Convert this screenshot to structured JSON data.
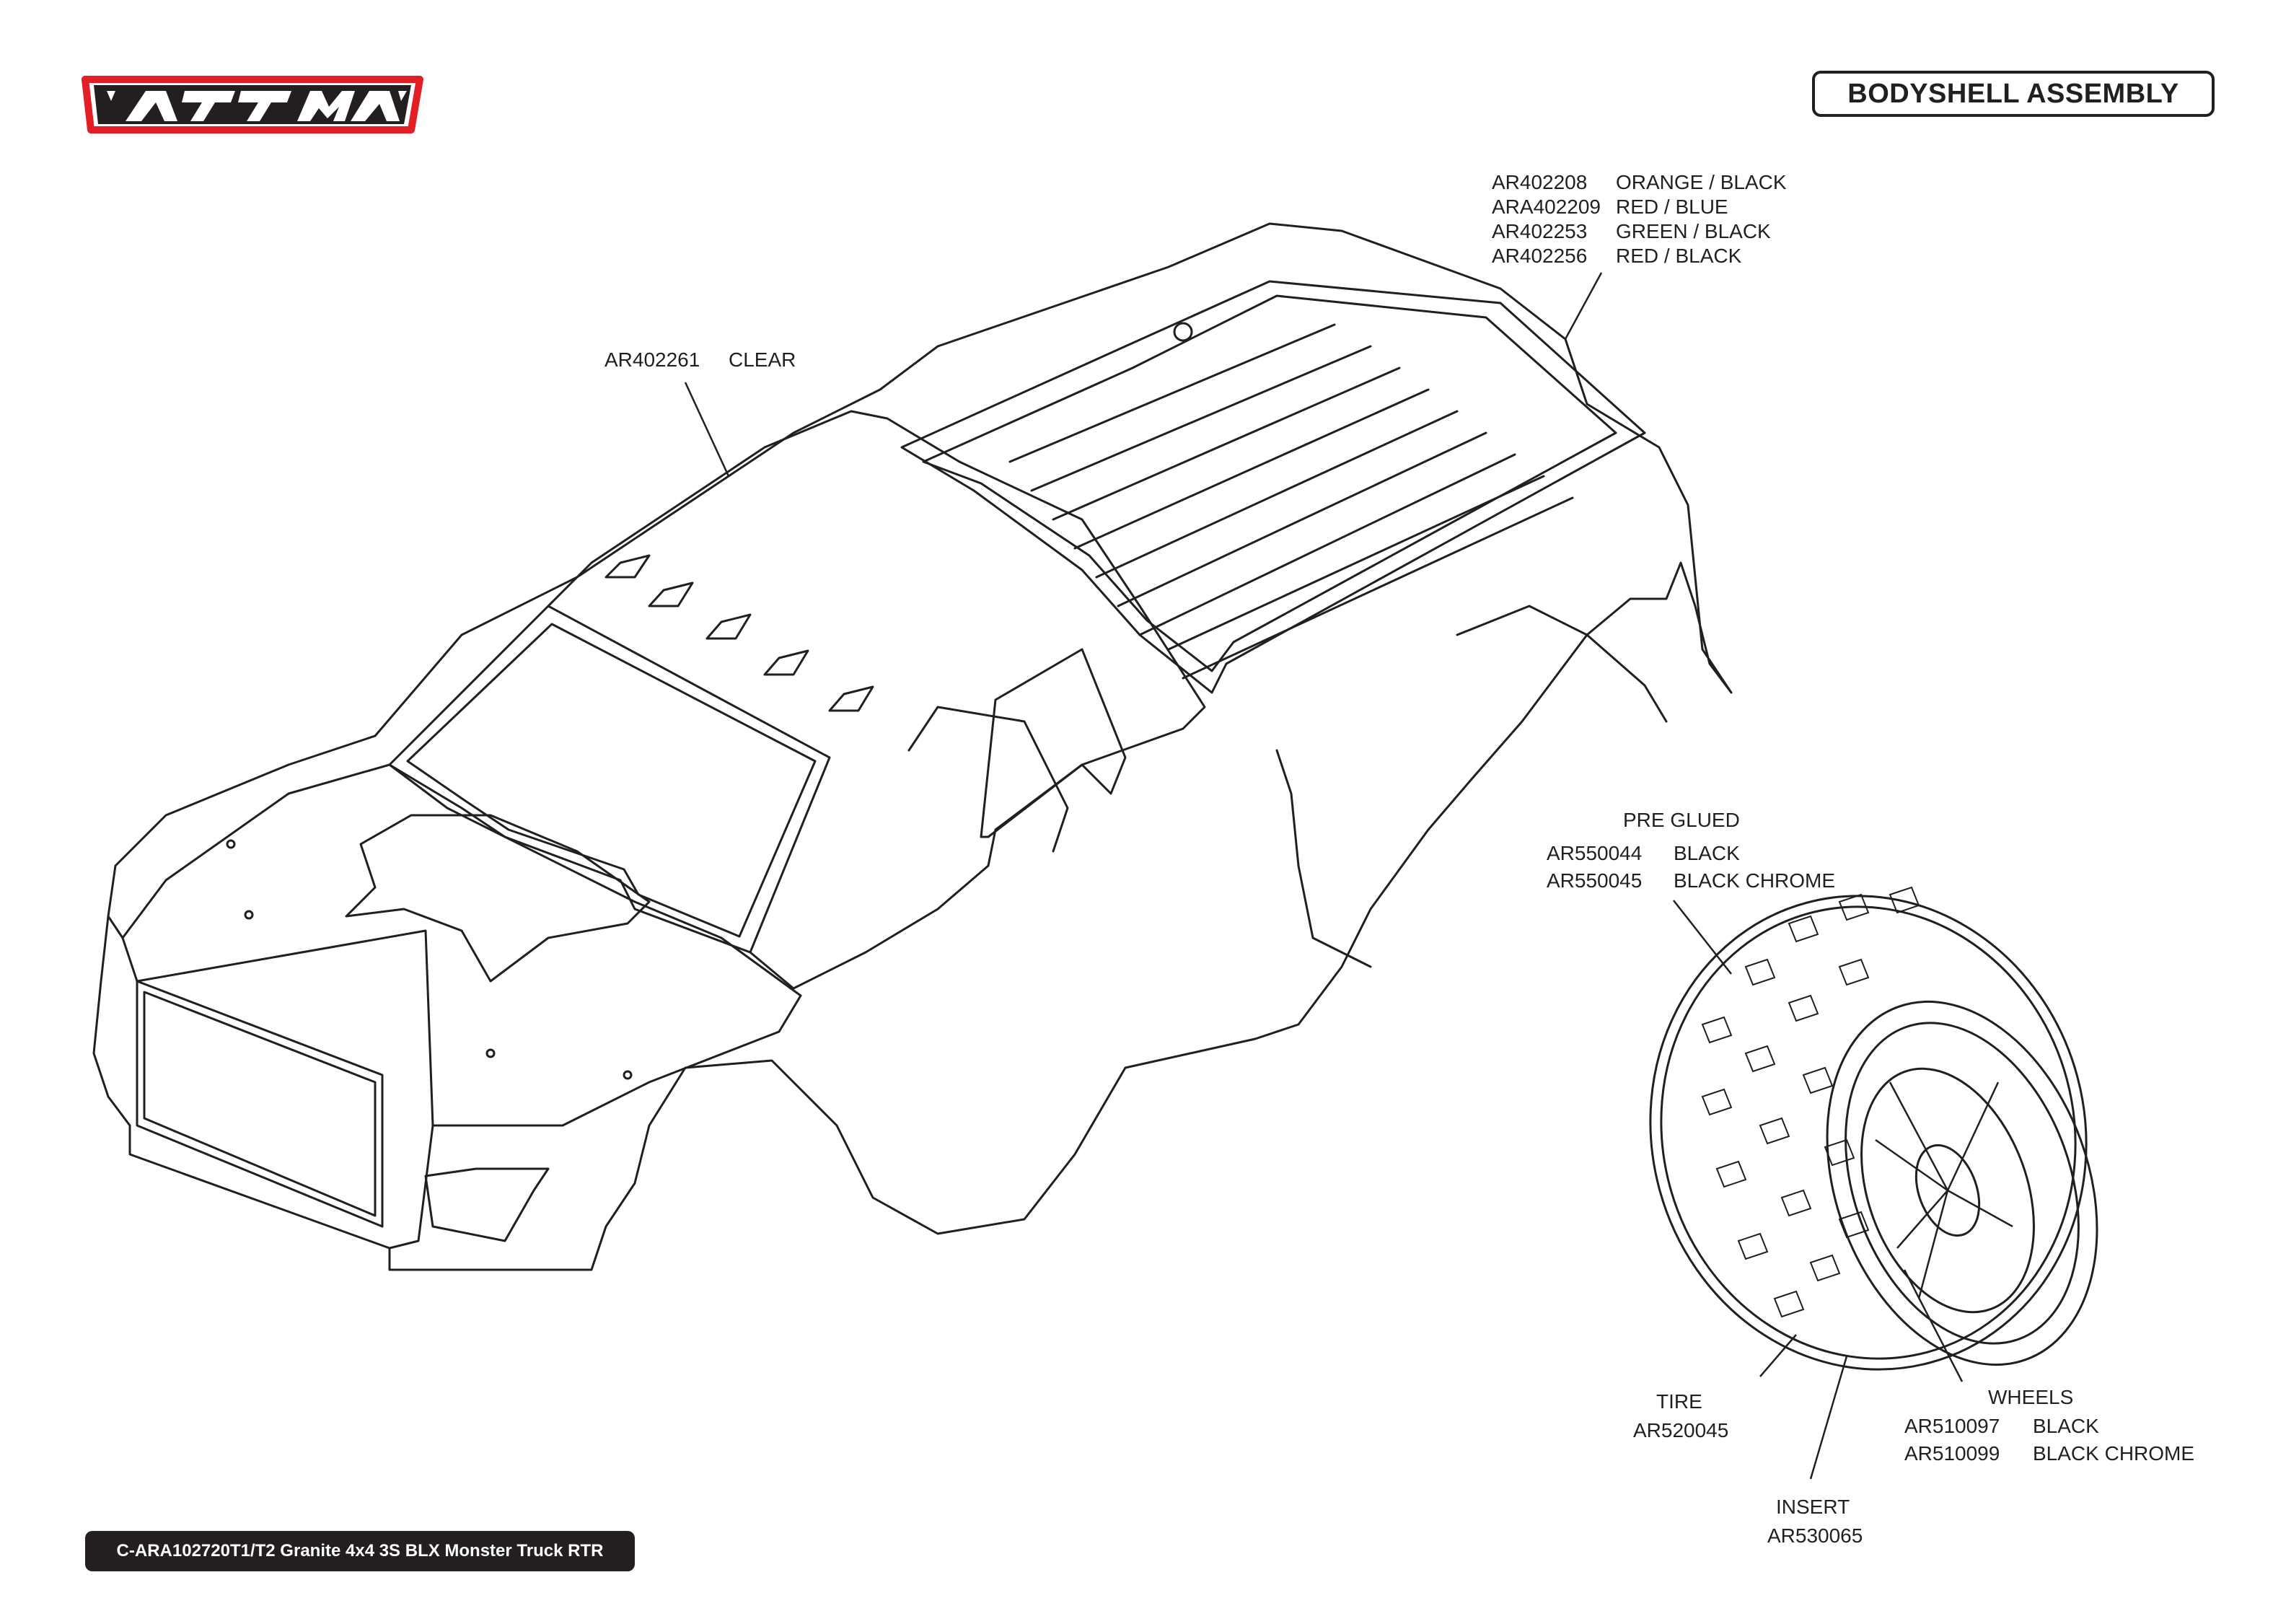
{
  "header": {
    "brand_logo_text": "ARRMA",
    "title": "BODYSHELL ASSEMBLY"
  },
  "footer": {
    "model": "C-ARA102720T1/T2 Granite 4x4 3S BLX Monster Truck RTR"
  },
  "callouts": {
    "body_colors": [
      {
        "part": "AR402208",
        "desc": "ORANGE / BLACK"
      },
      {
        "part": "ARA402209",
        "desc": "RED / BLUE"
      },
      {
        "part": "AR402253",
        "desc": "GREEN / BLACK"
      },
      {
        "part": "AR402256",
        "desc": "RED / BLACK"
      }
    ],
    "body_clear": {
      "part": "AR402261",
      "desc": "CLEAR"
    },
    "pre_glued": {
      "heading": "PRE GLUED",
      "items": [
        {
          "part": "AR550044",
          "desc": "BLACK"
        },
        {
          "part": "AR550045",
          "desc": "BLACK CHROME"
        }
      ]
    },
    "tire": {
      "heading": "TIRE",
      "part": "AR520045"
    },
    "wheels": {
      "heading": "WHEELS",
      "items": [
        {
          "part": "AR510097",
          "desc": "BLACK"
        },
        {
          "part": "AR510099",
          "desc": "BLACK CHROME"
        }
      ]
    },
    "insert": {
      "heading": "INSERT",
      "part": "AR530065"
    }
  },
  "colors": {
    "ink": "#231f20",
    "brand_red": "#e31e24",
    "paper": "#ffffff"
  }
}
